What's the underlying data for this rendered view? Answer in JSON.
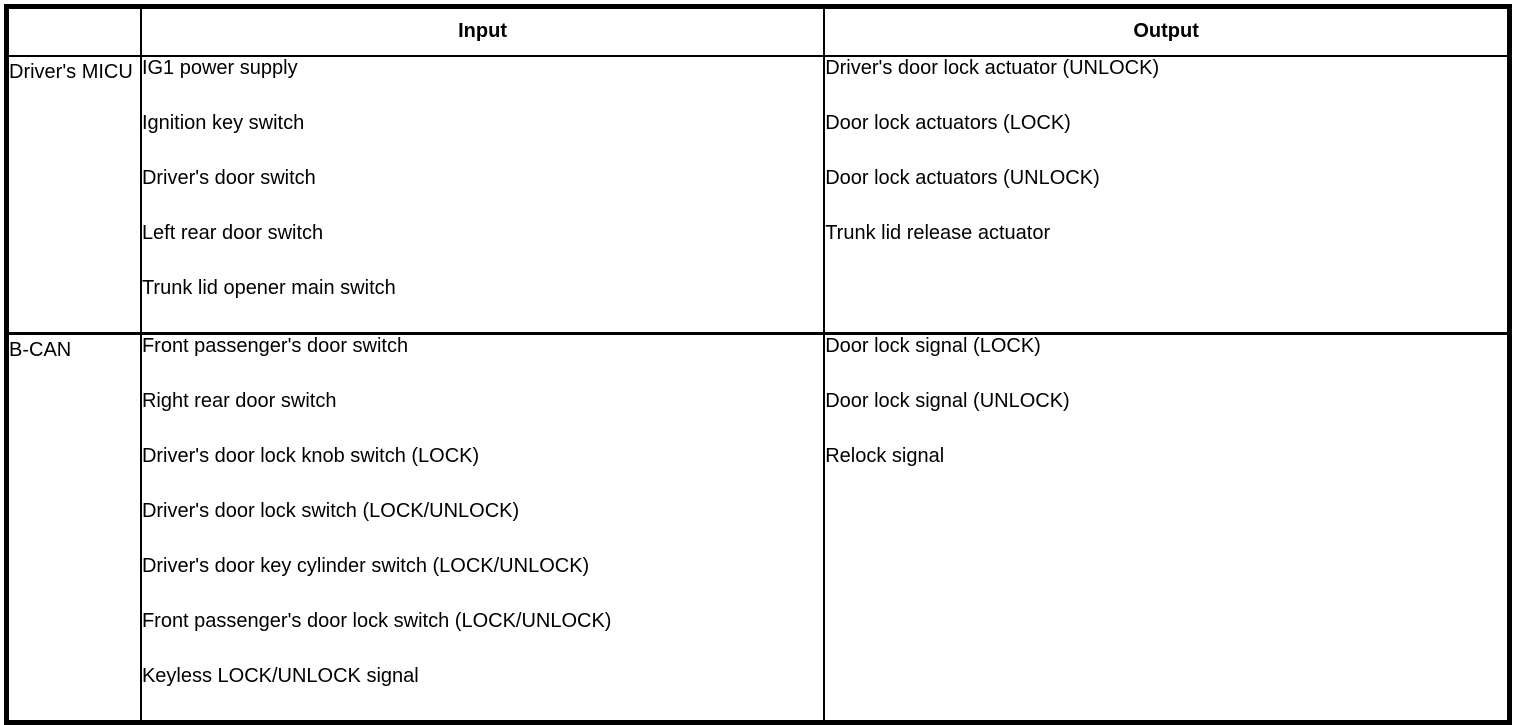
{
  "table": {
    "headers": {
      "source": "",
      "input": "Input",
      "output": "Output"
    },
    "rows": [
      {
        "source": "Driver's MICU",
        "inputs": [
          "IG1 power supply",
          "Ignition key switch",
          "Driver's door switch",
          "Left rear door switch",
          "Trunk lid opener main switch"
        ],
        "outputs": [
          "Driver's door lock actuator (UNLOCK)",
          "Door lock actuators (LOCK)",
          "Door lock actuators (UNLOCK)",
          "Trunk lid release actuator"
        ]
      },
      {
        "source": "B-CAN",
        "inputs": [
          "Front passenger's door switch",
          "Right rear door switch",
          "Driver's door lock knob switch (LOCK)",
          "Driver's door lock switch (LOCK/UNLOCK)",
          "Driver's door key cylinder switch (LOCK/UNLOCK)",
          "Front passenger's door lock switch (LOCK/UNLOCK)",
          "Keyless LOCK/UNLOCK signal"
        ],
        "outputs": [
          "Door lock signal (LOCK)",
          "Door lock signal (UNLOCK)",
          "Relock signal"
        ]
      }
    ],
    "colors": {
      "border": "#000000",
      "background": "#ffffff",
      "text": "#000000"
    }
  }
}
